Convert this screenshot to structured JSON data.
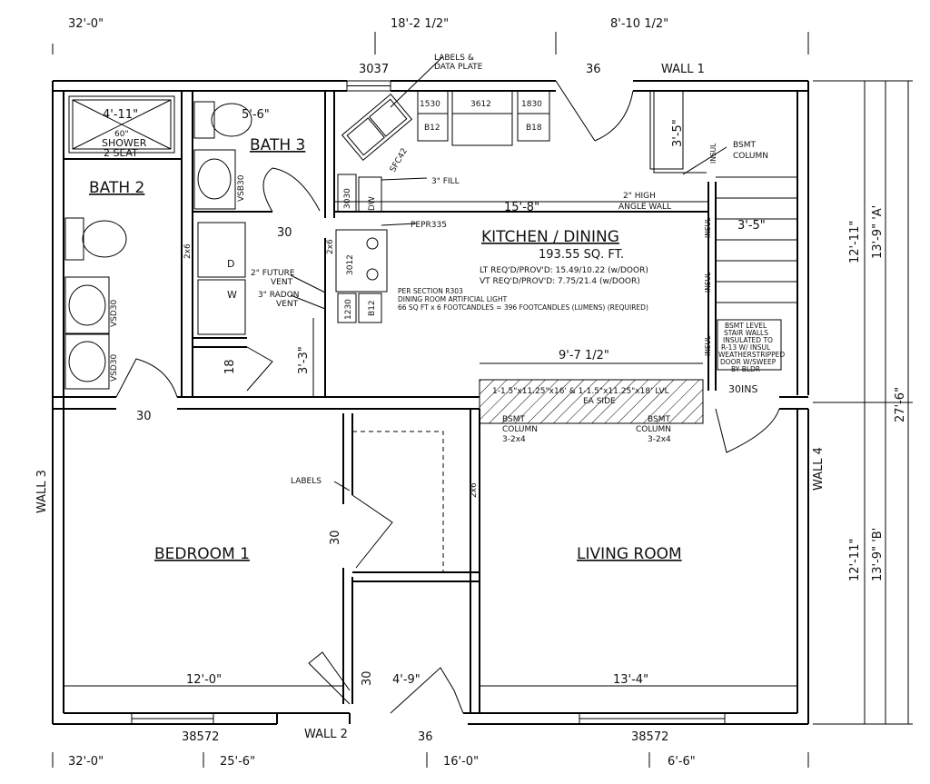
{
  "rooms": {
    "bath2": "BATH 2",
    "bath3": "BATH 3",
    "kitchen": "KITCHEN / DINING",
    "kitchen_area": "193.55 SQ. FT.",
    "bedroom1": "BEDROOM 1",
    "living": "LIVING ROOM"
  },
  "walls": {
    "wall1": "WALL 1",
    "wall2": "WALL 2",
    "wall3": "WALL 3",
    "wall4": "WALL 4"
  },
  "top_dims": [
    "32'-0\"",
    "18'-2 1/2\"",
    "8'-10 1/2\""
  ],
  "bottom_dims": [
    "32'-0\"",
    "25'-6\"",
    "16'-0\"",
    "6'-6\""
  ],
  "right_dims": {
    "a_inner": "12'-11\"",
    "a_outer": "13'-9\" 'A'",
    "b_inner": "12'-11\"",
    "b_outer": "13'-9\" 'B'",
    "total": "27'-6\""
  },
  "windows_doors": {
    "top_window": "3037",
    "top_door": "36",
    "bottom_left_window": "38572",
    "bottom_door": "36",
    "bottom_right_window": "38572",
    "bath2_door": "30",
    "bath3_door": "30",
    "bedroom_door": "30",
    "closet_door": "30",
    "stair_door": "30INS"
  },
  "labels": {
    "labels_data_plate_1": "LABELS &",
    "labels_data_plate_2": "DATA PLATE",
    "labels": "LABELS",
    "fill": "3\" FILL",
    "pepr": "PEPR335",
    "bsmt_column": "BSMT",
    "bsmt_column_2": "COLUMN",
    "angle_wall_1": "2\" HIGH",
    "angle_wall_2": "ANGLE WALL",
    "future_vent_1": "2\" FUTURE",
    "future_vent_2": "VENT",
    "radon_vent_1": "3\" RADON",
    "radon_vent_2": "VENT",
    "shower_1": "60\"",
    "shower_2": "SHOWER",
    "shower_3": "2 SEAT",
    "washer": "W",
    "dryer": "D",
    "dw": "DW",
    "insul": "INSUL",
    "two_by_six": "2x6"
  },
  "cabinets": {
    "c1530": "1530",
    "c3612": "3612",
    "c1830": "1830",
    "b12a": "B12",
    "b18": "B18",
    "sfc42": "SFC42",
    "c3030": "3030",
    "c3012": "3012",
    "c1230": "1230",
    "b12b": "B12",
    "vsb30": "VSB30",
    "vsd30a": "VSD30",
    "vsd30b": "VSD30",
    "c18": "18"
  },
  "interior_dims": {
    "shower_w": "4'-11\"",
    "bath3_w": "5'-6\"",
    "kitchen_w": "15'-8\"",
    "wall_3_5a": "3'-5\"",
    "wall_3_5b": "3'-5\"",
    "hall_3_3": "3'-3\"",
    "beam_len": "9'-7 1/2\"",
    "bedroom_w": "12'-0\"",
    "closet_w": "4'-9\"",
    "living_w": "13'-4\""
  },
  "kitchen_notes": {
    "lt": "LT REQ'D/PROV'D: 15.49/10.22 (w/DOOR)",
    "vt": "VT REQ'D/PROV'D: 7.75/21.4 (w/DOOR)",
    "note1": "PER SECTION R303",
    "note2": "DINING ROOM ARTIFICIAL LIGHT",
    "note3": "66 SQ FT x 6 FOOTCANDLES = 396 FOOTCANDLES (LUMENS) (REQUIRED)"
  },
  "beam": {
    "line1": "1-1.5\"x11.25\"x16' & 1-1.5\"x11.25\"x18' LVL",
    "line2": "EA SIDE"
  },
  "columns": {
    "c_line1": "BSMT",
    "c_line2": "COLUMN",
    "c_line3": "3-2x4"
  },
  "stair_note": [
    "BSMT LEVEL",
    "STAIR WALLS",
    "INSULATED TO",
    "R-13 W/ INSUL",
    "WEATHERSTRIPPED",
    "DOOR W/SWEEP",
    "BY BLDR"
  ]
}
